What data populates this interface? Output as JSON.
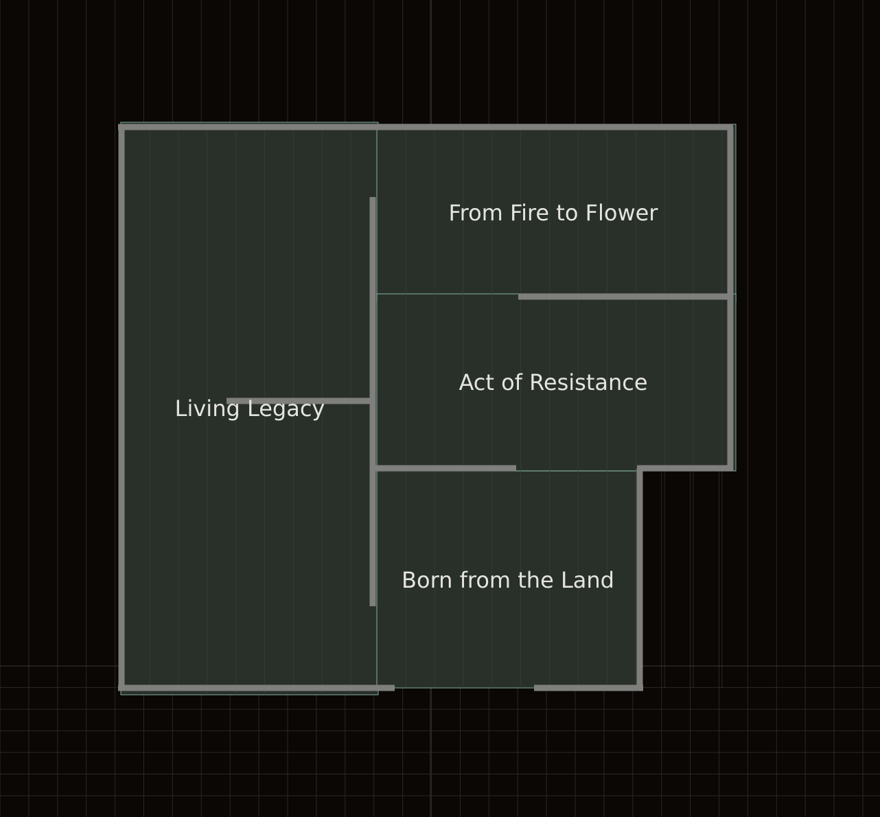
{
  "floor_plan": {
    "rooms": [
      {
        "id": "living-legacy",
        "label": "Living Legacy"
      },
      {
        "id": "from-fire-to-flower",
        "label": "From Fire to Flower"
      },
      {
        "id": "act-of-resistance",
        "label": "Act of Resistance"
      },
      {
        "id": "born-from-the-land",
        "label": "Born from the Land"
      }
    ]
  },
  "colors": {
    "background": "#0a0705",
    "grid": "#2b2724",
    "room_fill": "#293029",
    "room_outline": "#8ec2b2",
    "wall": "#7f7f7d",
    "label_text": "#e4e4e0"
  }
}
